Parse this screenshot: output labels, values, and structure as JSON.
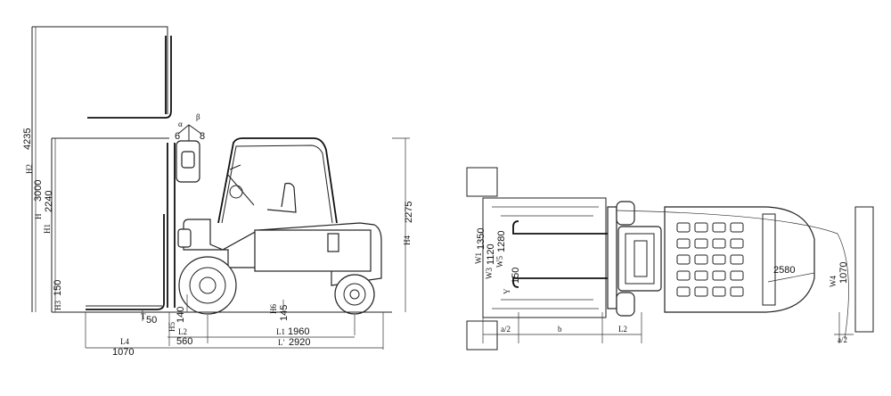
{
  "side_view": {
    "h_total": "4235",
    "h2_code": "H2",
    "h_mast": "3000",
    "h_code": "H",
    "h1_mast": "2240",
    "h1_code": "H1",
    "h3_code": "H3",
    "h3_value": "150",
    "tilt_fwd": "6",
    "tilt_back": "8",
    "alpha": "α",
    "beta": "β",
    "h4_code": "H4",
    "h4_value": "2275",
    "t_code": "T",
    "t_value": "50",
    "h5_code": "H5",
    "h5_value": "140",
    "h6_code": "H6",
    "h6_value": "145",
    "l1_code": "L1",
    "l1_value": "1960",
    "l_code": "L'",
    "l_value": "2920",
    "l2_code": "L2",
    "l2_value": "560",
    "l4_code": "L4",
    "l4_value": "1070"
  },
  "top_view": {
    "w1_code": "W1",
    "w1_value": "1350",
    "w3_code": "W3",
    "w3_value": "1120",
    "w5_code": "W5",
    "w5_value": "1280",
    "y_code": "Y",
    "y_value": "150",
    "radius": "2580",
    "w4_code": "W4",
    "w4_value": "1070",
    "a2_left": "a/2",
    "b_code": "b",
    "l2_code": "L2",
    "a2_right": "a/2"
  }
}
